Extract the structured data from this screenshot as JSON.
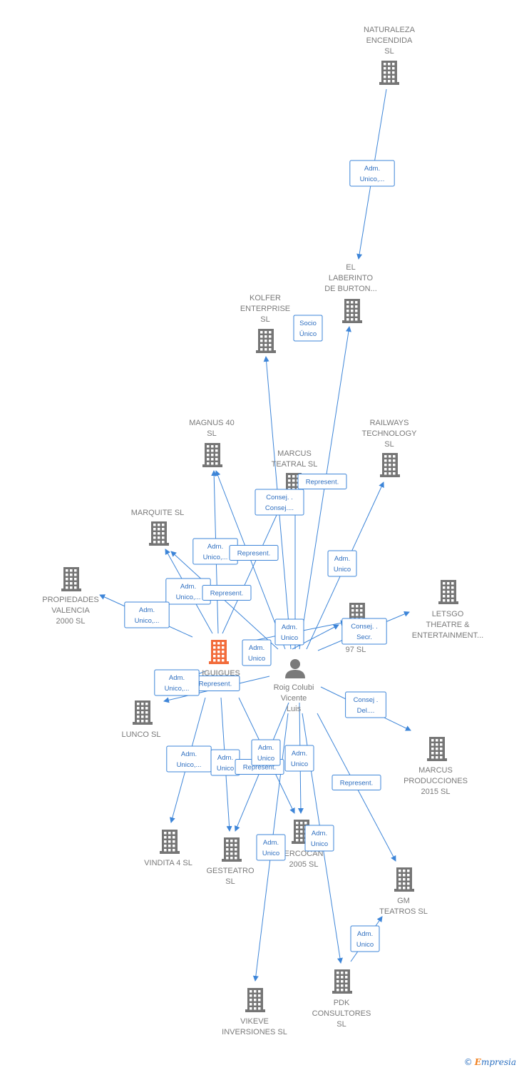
{
  "colors": {
    "building": "#757575",
    "focal": "#f26b3a",
    "edge": "#3d85d8",
    "person": "#7a7a7a"
  },
  "nodes": [
    {
      "id": "naturaleza",
      "kind": "company",
      "lines": [
        "NATURALEZA",
        "ENCENDIDA",
        "SL"
      ]
    },
    {
      "id": "laberinto",
      "kind": "company",
      "lines": [
        "EL",
        "LABERINTO",
        "DE BURTON..."
      ]
    },
    {
      "id": "kolfer",
      "kind": "company",
      "lines": [
        "KOLFER",
        "ENTERPRISE",
        "SL"
      ]
    },
    {
      "id": "magnus",
      "kind": "company",
      "lines": [
        "MAGNUS 40",
        "SL"
      ]
    },
    {
      "id": "railways",
      "kind": "company",
      "lines": [
        "RAILWAYS",
        "TECHNOLOGY",
        "SL"
      ]
    },
    {
      "id": "marcus_teatral",
      "kind": "company",
      "lines": [
        "MARCUS",
        "TEATRAL  SL"
      ]
    },
    {
      "id": "marquite",
      "kind": "company",
      "lines": [
        "MARQUITE  SL"
      ]
    },
    {
      "id": "propiedades",
      "kind": "company",
      "lines": [
        "PROPIEDADES",
        "VALENCIA",
        "2000  SL"
      ]
    },
    {
      "id": "letsgo",
      "kind": "company",
      "lines": [
        "LETSGO",
        "THEATRE &",
        "ENTERTAINMENT..."
      ]
    },
    {
      "id": "c97",
      "kind": "company",
      "lines": [
        "97  SL"
      ]
    },
    {
      "id": "focal",
      "kind": "focal",
      "lines": [
        "IGUIGUES"
      ]
    },
    {
      "id": "person",
      "kind": "person",
      "lines": [
        "Roig Colubi",
        "Vicente",
        "Luis"
      ]
    },
    {
      "id": "lunco",
      "kind": "company",
      "lines": [
        "LUNCO  SL"
      ]
    },
    {
      "id": "marcus_prod",
      "kind": "company",
      "lines": [
        "MARCUS",
        "PRODUCCIONES",
        "2015  SL"
      ]
    },
    {
      "id": "vindita",
      "kind": "company",
      "lines": [
        "VINDITA 4  SL"
      ]
    },
    {
      "id": "gesteatro",
      "kind": "company",
      "lines": [
        "GESTEATRO",
        "SL"
      ]
    },
    {
      "id": "ercocan",
      "kind": "company",
      "lines": [
        "ERCOCAN",
        "2005  SL"
      ]
    },
    {
      "id": "gm",
      "kind": "company",
      "lines": [
        "GM",
        "TEATROS  SL"
      ]
    },
    {
      "id": "pdk",
      "kind": "company",
      "lines": [
        "PDK",
        "CONSULTORES",
        "SL"
      ]
    },
    {
      "id": "vikeve",
      "kind": "company",
      "lines": [
        "VIKEVE",
        "INVERSIONES SL"
      ]
    }
  ],
  "edges": [
    {
      "from": "naturaleza",
      "to": "laberinto",
      "label": [
        "Adm.",
        "Unico,..."
      ]
    },
    {
      "from": "person",
      "to": "laberinto",
      "label": [
        "Socio",
        "Único"
      ]
    },
    {
      "from": "person",
      "to": "kolfer",
      "label": [
        "Socio",
        "Único"
      ]
    },
    {
      "from": "person",
      "to": "railways",
      "label": [
        "Adm.",
        "Unico"
      ]
    },
    {
      "from": "person",
      "to": "marcus_teatral",
      "label": [
        "Represent."
      ]
    },
    {
      "from": "focal",
      "to": "marcus_teatral",
      "label": [
        "Consej. .",
        "Consej...."
      ]
    },
    {
      "from": "focal",
      "to": "magnus",
      "label": [
        "Adm.",
        "Unico,..."
      ]
    },
    {
      "from": "person",
      "to": "magnus",
      "label": [
        "Represent."
      ]
    },
    {
      "from": "focal",
      "to": "marquite",
      "label": [
        "Adm.",
        "Unico,..."
      ]
    },
    {
      "from": "person",
      "to": "marquite",
      "label": [
        "Represent."
      ]
    },
    {
      "from": "focal",
      "to": "propiedades",
      "label": [
        "Adm.",
        "Unico,..."
      ]
    },
    {
      "from": "person",
      "to": "c97",
      "label": [
        "Adm.",
        "Unico"
      ]
    },
    {
      "from": "person",
      "to": "letsgo",
      "label": [
        "Consej. .",
        "Secr."
      ]
    },
    {
      "from": "focal",
      "to": "c97",
      "label": [
        "Adm.",
        "Unico"
      ]
    },
    {
      "from": "person",
      "to": "lunco",
      "label": [
        "Represent."
      ]
    },
    {
      "from": "focal",
      "to": "lunco",
      "label": [
        "Adm.",
        "Unico,..."
      ]
    },
    {
      "from": "person",
      "to": "marcus_prod",
      "label": [
        "Consej .",
        "Del...."
      ]
    },
    {
      "from": "focal",
      "to": "vindita",
      "label": [
        "Adm.",
        "Unico,..."
      ]
    },
    {
      "from": "focal",
      "to": "gesteatro",
      "label": [
        "Adm.",
        "Unico"
      ]
    },
    {
      "from": "person",
      "to": "gesteatro",
      "label": [
        "Represent."
      ]
    },
    {
      "from": "focal",
      "to": "ercocan",
      "label": [
        "Adm.",
        "Unico"
      ]
    },
    {
      "from": "person",
      "to": "ercocan",
      "label": [
        "Adm.",
        "Unico"
      ]
    },
    {
      "from": "person",
      "to": "gm",
      "label": [
        "Represent."
      ]
    },
    {
      "from": "pdk",
      "to": "gm",
      "label": [
        "Adm.",
        "Unico"
      ]
    },
    {
      "from": "person",
      "to": "vikeve",
      "label": [
        "Adm.",
        "Unico"
      ]
    },
    {
      "from": "person",
      "to": "pdk",
      "label": [
        "Adm.",
        "Unico"
      ]
    }
  ],
  "brand": {
    "symbol": "©",
    "initial": "E",
    "rest": "mpresia"
  }
}
